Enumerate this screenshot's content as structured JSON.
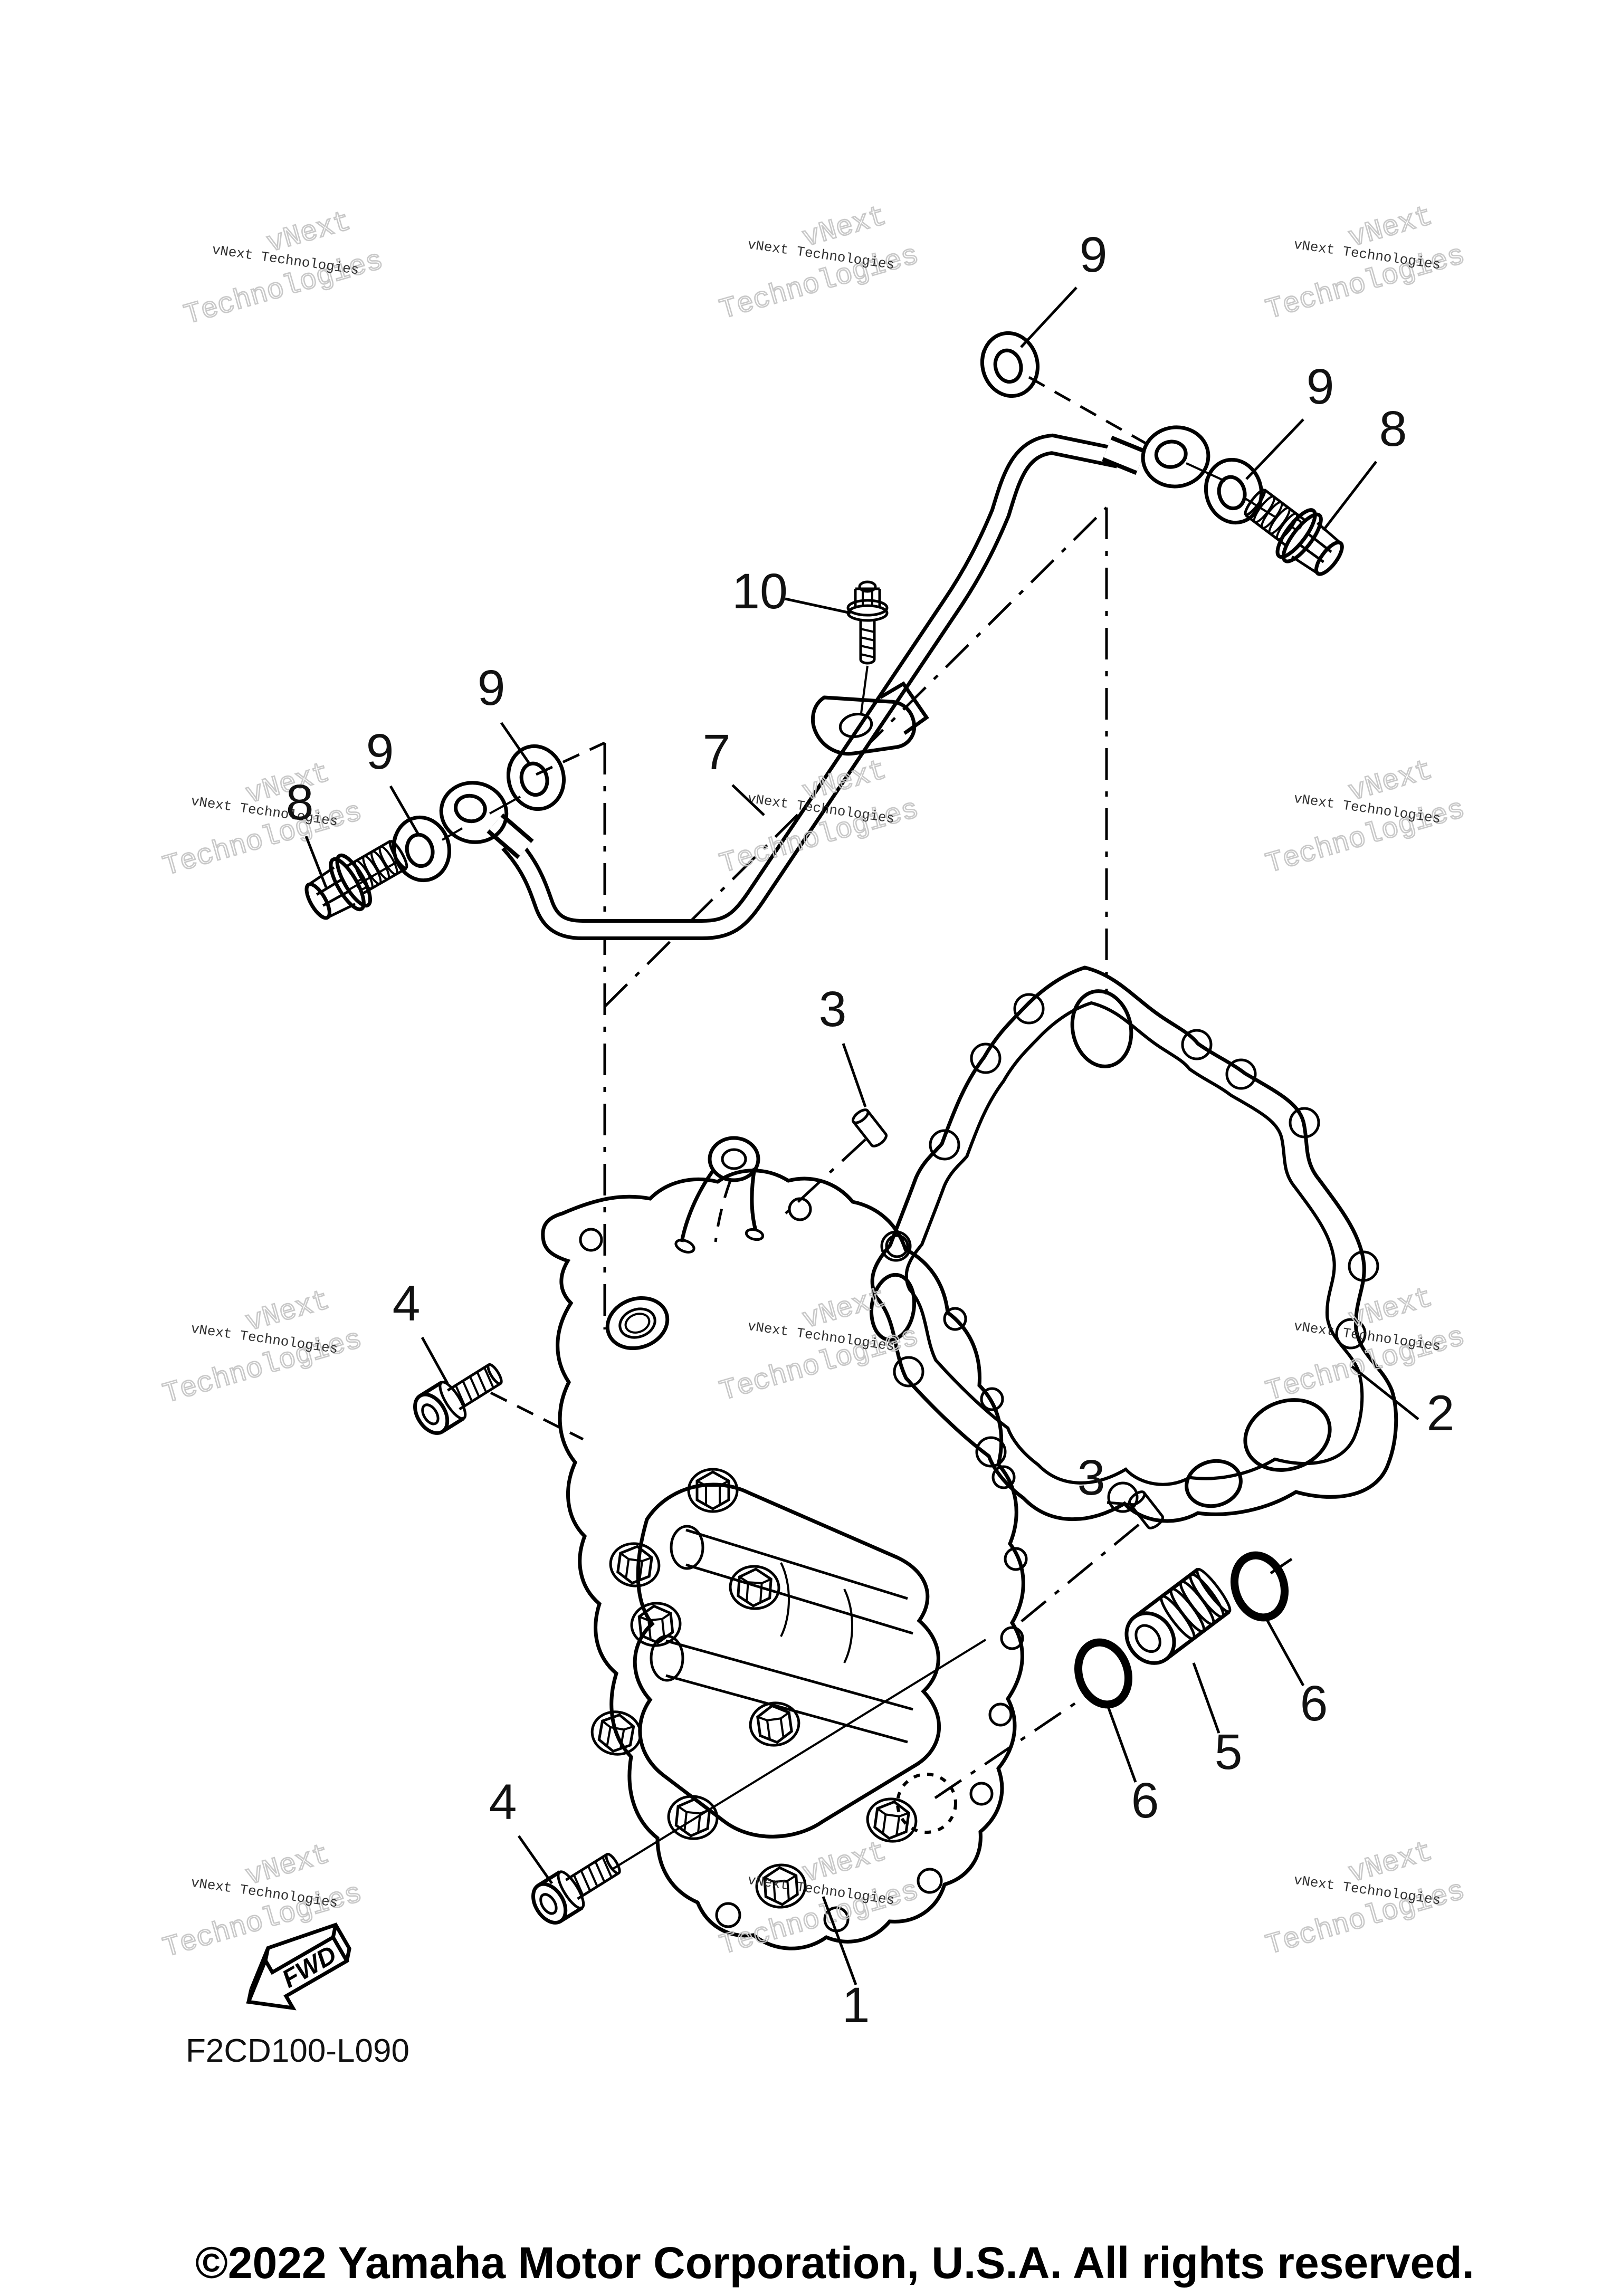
{
  "page": {
    "background": "#ffffff",
    "ink": "#000000",
    "watermark_outline_color": "#c6c6c6",
    "watermark_text_color": "#262626"
  },
  "diagram": {
    "part_code": "F2CD100-L090",
    "fwd_label": "FWD",
    "copyright": "©2022 Yamaha Motor Corporation, U.S.A. All rights reserved.",
    "watermark": {
      "small": "vNext Technologies",
      "big_line1": "vNext",
      "big_line2": "Technologies"
    },
    "callouts": [
      {
        "label": "9"
      },
      {
        "label": "9"
      },
      {
        "label": "8"
      },
      {
        "label": "10"
      },
      {
        "label": "9"
      },
      {
        "label": "9"
      },
      {
        "label": "8"
      },
      {
        "label": "7"
      },
      {
        "label": "3"
      },
      {
        "label": "4"
      },
      {
        "label": "2"
      },
      {
        "label": "3"
      },
      {
        "label": "6"
      },
      {
        "label": "5"
      },
      {
        "label": "6"
      },
      {
        "label": "4"
      },
      {
        "label": "1"
      }
    ]
  }
}
